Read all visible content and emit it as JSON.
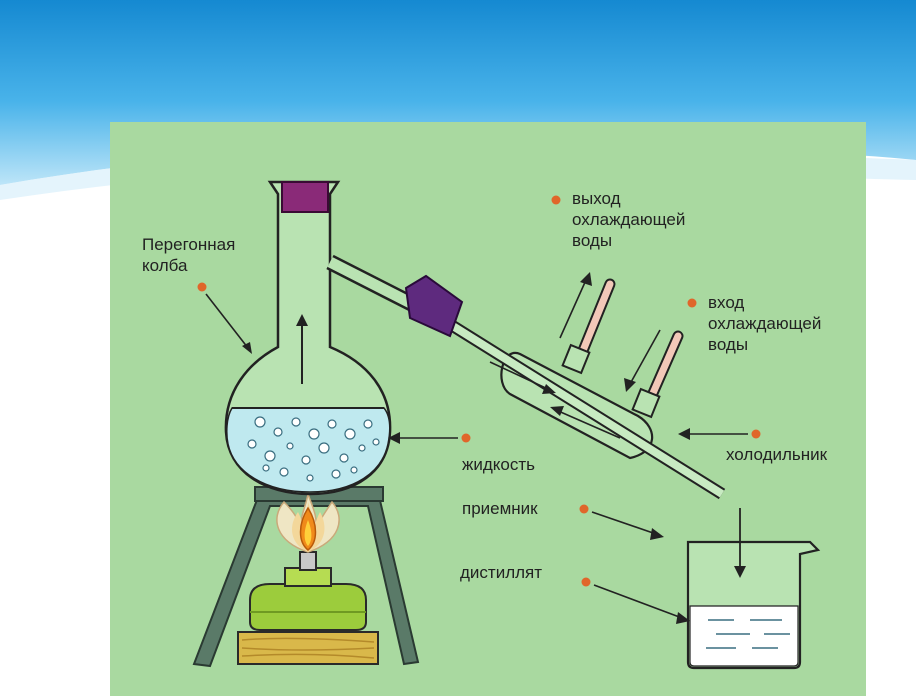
{
  "slide": {
    "background_color": "#ffffff",
    "header_gradient_top": "#1a8fd6",
    "header_gradient_bottom": "#bfe6fa",
    "panel_color": "#a9d9a0"
  },
  "labels": {
    "flask": "Перегонная\nколба",
    "water_out": "выход\nохлаждающей\nводы",
    "water_in": "вход\nохлаждающей\nводы",
    "liquid": "жидкость",
    "condenser": "холодильник",
    "receiver": "приемник",
    "distillate": "дистиллят"
  },
  "colors": {
    "glass_outline": "#222222",
    "liquid": "#bfe9ef",
    "stopper": "#8a2a78",
    "clamp": "#5e2a7e",
    "flame_outer": "#e8e0c0",
    "flame_inner": "#f08a1a",
    "burner": "#9ccc3c",
    "stand": "#5a7a68",
    "wood": "#d9b84a",
    "marker": "#e0662a",
    "tube": "#f2c8b8"
  },
  "icons": {
    "marker": "orange-dot-icon",
    "arrow": "arrow-icon"
  }
}
